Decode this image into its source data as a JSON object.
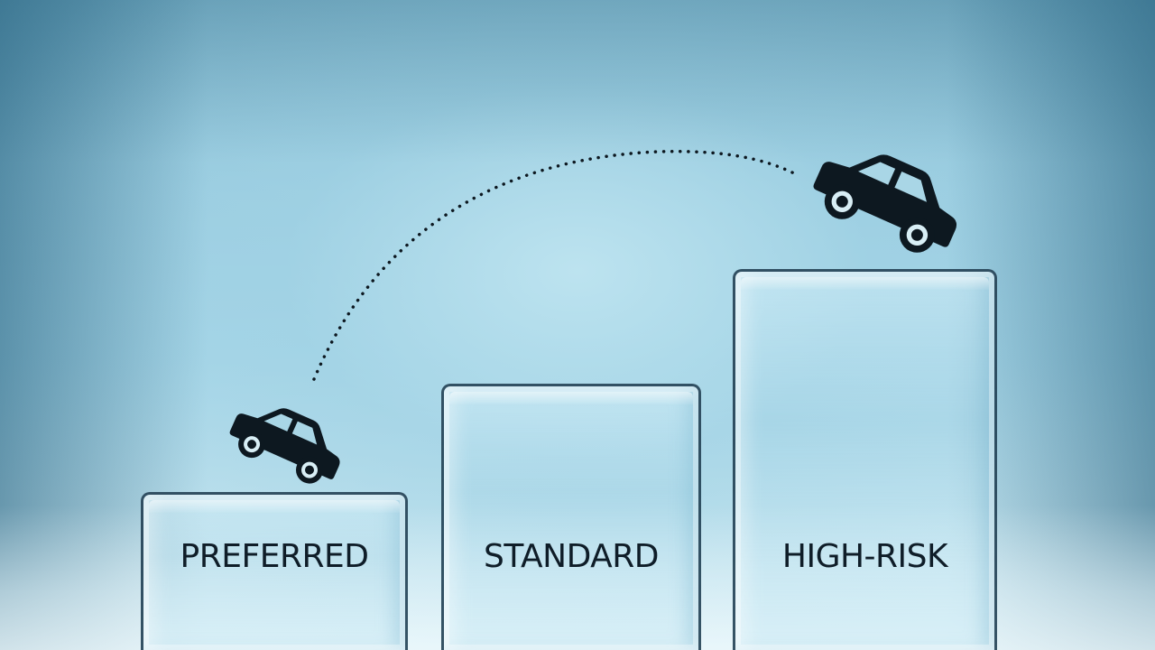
{
  "tiers": [
    {
      "label": "PREFERRED"
    },
    {
      "label": "STANDARD"
    },
    {
      "label": "HIGH-RISK"
    }
  ],
  "icons": {
    "small_car": "car-icon",
    "large_car": "car-icon",
    "path": "dotted-arc"
  },
  "colors": {
    "background_light": "#c4e4ef",
    "background_mid": "#9acce0",
    "outline": "#19374b",
    "label_text": "#0f1d28",
    "car": "#0d1820"
  }
}
